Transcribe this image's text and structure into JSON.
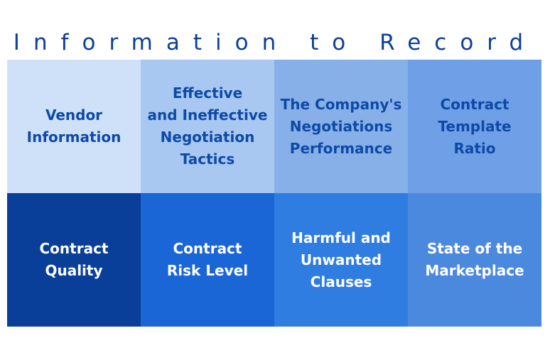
{
  "title": "Information to Record",
  "cells": [
    {
      "label": "Vendor\nInformation"
    },
    {
      "label": "Effective\nand Ineffective\nNegotiation\nTactics"
    },
    {
      "label": "The Company's\nNegotiations\nPerformance"
    },
    {
      "label": "Contract\nTemplate\nRatio"
    },
    {
      "label": "Contract\nQuality"
    },
    {
      "label": "Contract\nRisk Level"
    },
    {
      "label": "Harmful and\nUnwanted\nClauses"
    },
    {
      "label": "State of the\nMarketplace"
    }
  ],
  "colors": {
    "title": "#0b3f99",
    "top_text": "#0d4aa6",
    "bottom_text": "#ffffff",
    "cell_backgrounds": [
      "#cfe1f8",
      "#a8c7f1",
      "#87b0e9",
      "#6e9fe7",
      "#0a3f99",
      "#1b66d6",
      "#2f7de0",
      "#4b89df"
    ]
  }
}
